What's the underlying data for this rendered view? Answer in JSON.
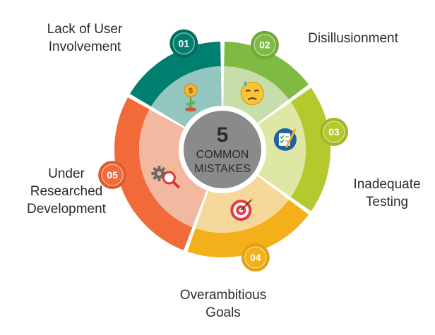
{
  "center": {
    "number": "5",
    "line1": "COMMON",
    "line2": "MISTAKES",
    "fill": "#8a8a8a",
    "ring": "#ffffff",
    "text_color": "#2b2b2b"
  },
  "segments": [
    {
      "number": "01",
      "label_lines": [
        "Lack of User",
        "Involvement"
      ],
      "icon": "money-plant-icon",
      "outer": "#007f70",
      "inner": "#94c6c0",
      "badge": "#006c5e"
    },
    {
      "number": "02",
      "label_lines": [
        "Disillusionment"
      ],
      "icon": "sad-face-icon",
      "outer": "#7fba42",
      "inner": "#c7ddaa",
      "badge": "#71a83a"
    },
    {
      "number": "03",
      "label_lines": [
        "Inadequate",
        "Testing"
      ],
      "icon": "checklist-icon",
      "outer": "#b5c92f",
      "inner": "#dfe7a4",
      "badge": "#a2b629"
    },
    {
      "number": "04",
      "label_lines": [
        "Overambitious",
        "Goals"
      ],
      "icon": "target-icon",
      "outer": "#f4b01a",
      "inner": "#f6d99a",
      "badge": "#e3a10f"
    },
    {
      "number": "05",
      "label_lines": [
        "Under",
        "Researched",
        "Development"
      ],
      "icon": "gear-search-icon",
      "outer": "#f26a3a",
      "inner": "#f3b9a0",
      "badge": "#e25a2b"
    }
  ]
}
